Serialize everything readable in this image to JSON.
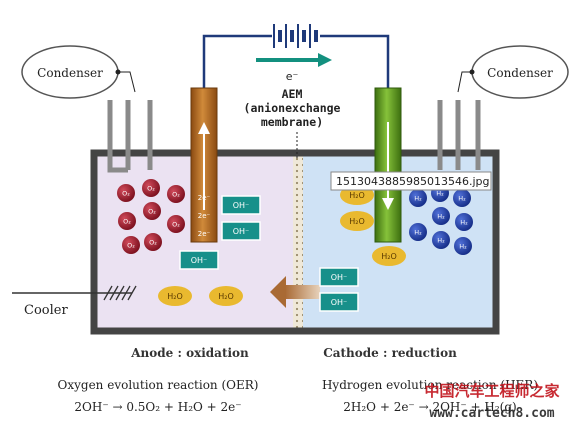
{
  "labels": {
    "condenser_left": "Condenser",
    "condenser_right": "Condenser",
    "electron": "e⁻",
    "aem_line1": "AEM",
    "aem_line2": "(anionexchange",
    "aem_line3": "membrane)",
    "cooler": "Cooler",
    "anode_title": "Anode : oxidation",
    "cathode_title": "Cathode : reduction",
    "oer_title": "Oxygen evolution reaction (OER)",
    "oer_equation": "2OH⁻ → 0.5O₂ + H₂O + 2e⁻",
    "her_title": "Hydrogen evolution reaction (HER)",
    "her_equation": "2H₂O + 2e⁻ → 2OH⁻ + H₂(g)",
    "tooltip": "1513043885985013546.jpg",
    "watermark_cn": "中国汽车工程师之家",
    "watermark_url": "www.cartech8.com"
  },
  "molecules": {
    "o2": "O₂",
    "h2": "H₂",
    "h2o": "H₂O",
    "oh": "OH⁻",
    "e": "2e⁻"
  },
  "colors": {
    "anode_electrolyte": "#ebe2f2",
    "cathode_electrolyte": "#cfe2f5",
    "anode_electrode": "#b5681f",
    "cathode_electrode": "#5f9a1e",
    "oxygen": "#9b1b2a",
    "hydrogen": "#1f3fa8",
    "water": "#e9b92f",
    "hydroxide": "#17908a",
    "flow_arrow": "#c9a27a",
    "wire": "#1f3a7a"
  }
}
